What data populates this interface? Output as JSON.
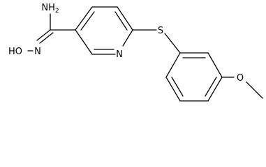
{
  "diagram": {
    "type": "chemical-structure",
    "atoms": {
      "amine": "NH2",
      "imine_oxygen": "HO",
      "imine_nitrogen": "N",
      "pyridine_nitrogen": "N",
      "thioether_sulfur": "S",
      "methoxy_oxygen": "O"
    },
    "colors": {
      "line": "#000000",
      "background": "#ffffff"
    }
  }
}
